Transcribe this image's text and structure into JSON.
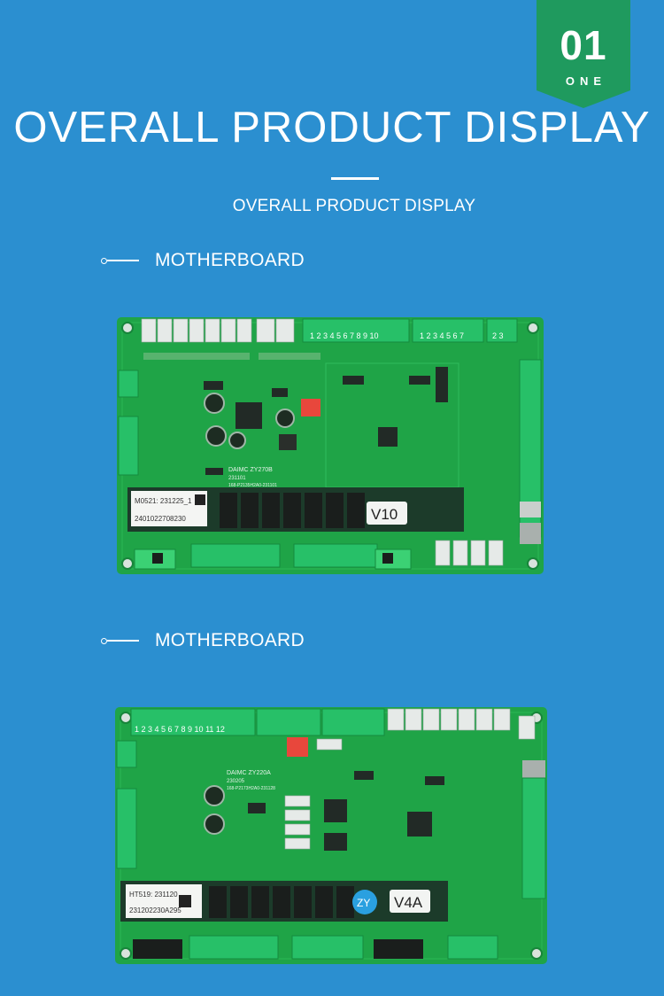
{
  "badge": {
    "number": "01",
    "word": "ONE"
  },
  "title": "OVERALL PRODUCT DISPLAY",
  "subtitle": "OVERALL PRODUCT DISPLAY",
  "sections": [
    {
      "label": "MOTHERBOARD",
      "board": {
        "sticker_line1": "M0521: 231225_1",
        "sticker_line2": "2401022708230",
        "version": "V10",
        "model": "DAIMC ZY270B",
        "model_code": "231101",
        "part_no": "168-P2135H2A0-231101"
      }
    },
    {
      "label": "MOTHERBOARD",
      "board": {
        "sticker_line1": "HT519: 231120",
        "sticker_line2": "231202230A295",
        "version": "V4A",
        "logo": "ZY",
        "model": "DAIMC ZY220A",
        "model_code": "230205",
        "part_no": "168-P2173H2A0-231128"
      }
    }
  ],
  "colors": {
    "background": "#2b8fd0",
    "badge": "#1f9a5e",
    "pcb": "#1fa447",
    "pcb_dark": "#168a3a",
    "terminal": "#27c068",
    "connector": "#e6eae8"
  }
}
